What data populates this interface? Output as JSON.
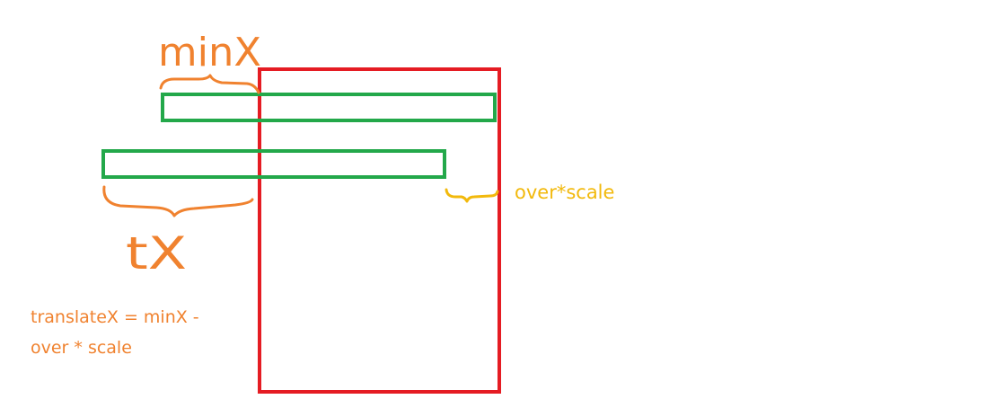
{
  "labels": {
    "minx": "minX",
    "tx": "tX",
    "over_scale": "over*scale"
  },
  "formula": {
    "line1": "translateX = minX -",
    "line2": "over * scale"
  },
  "colors": {
    "viewport": "#e51c23",
    "bar": "#23a84a",
    "annotation": "#f0822f",
    "highlight": "#f2b90c",
    "background": "#ffffff"
  }
}
